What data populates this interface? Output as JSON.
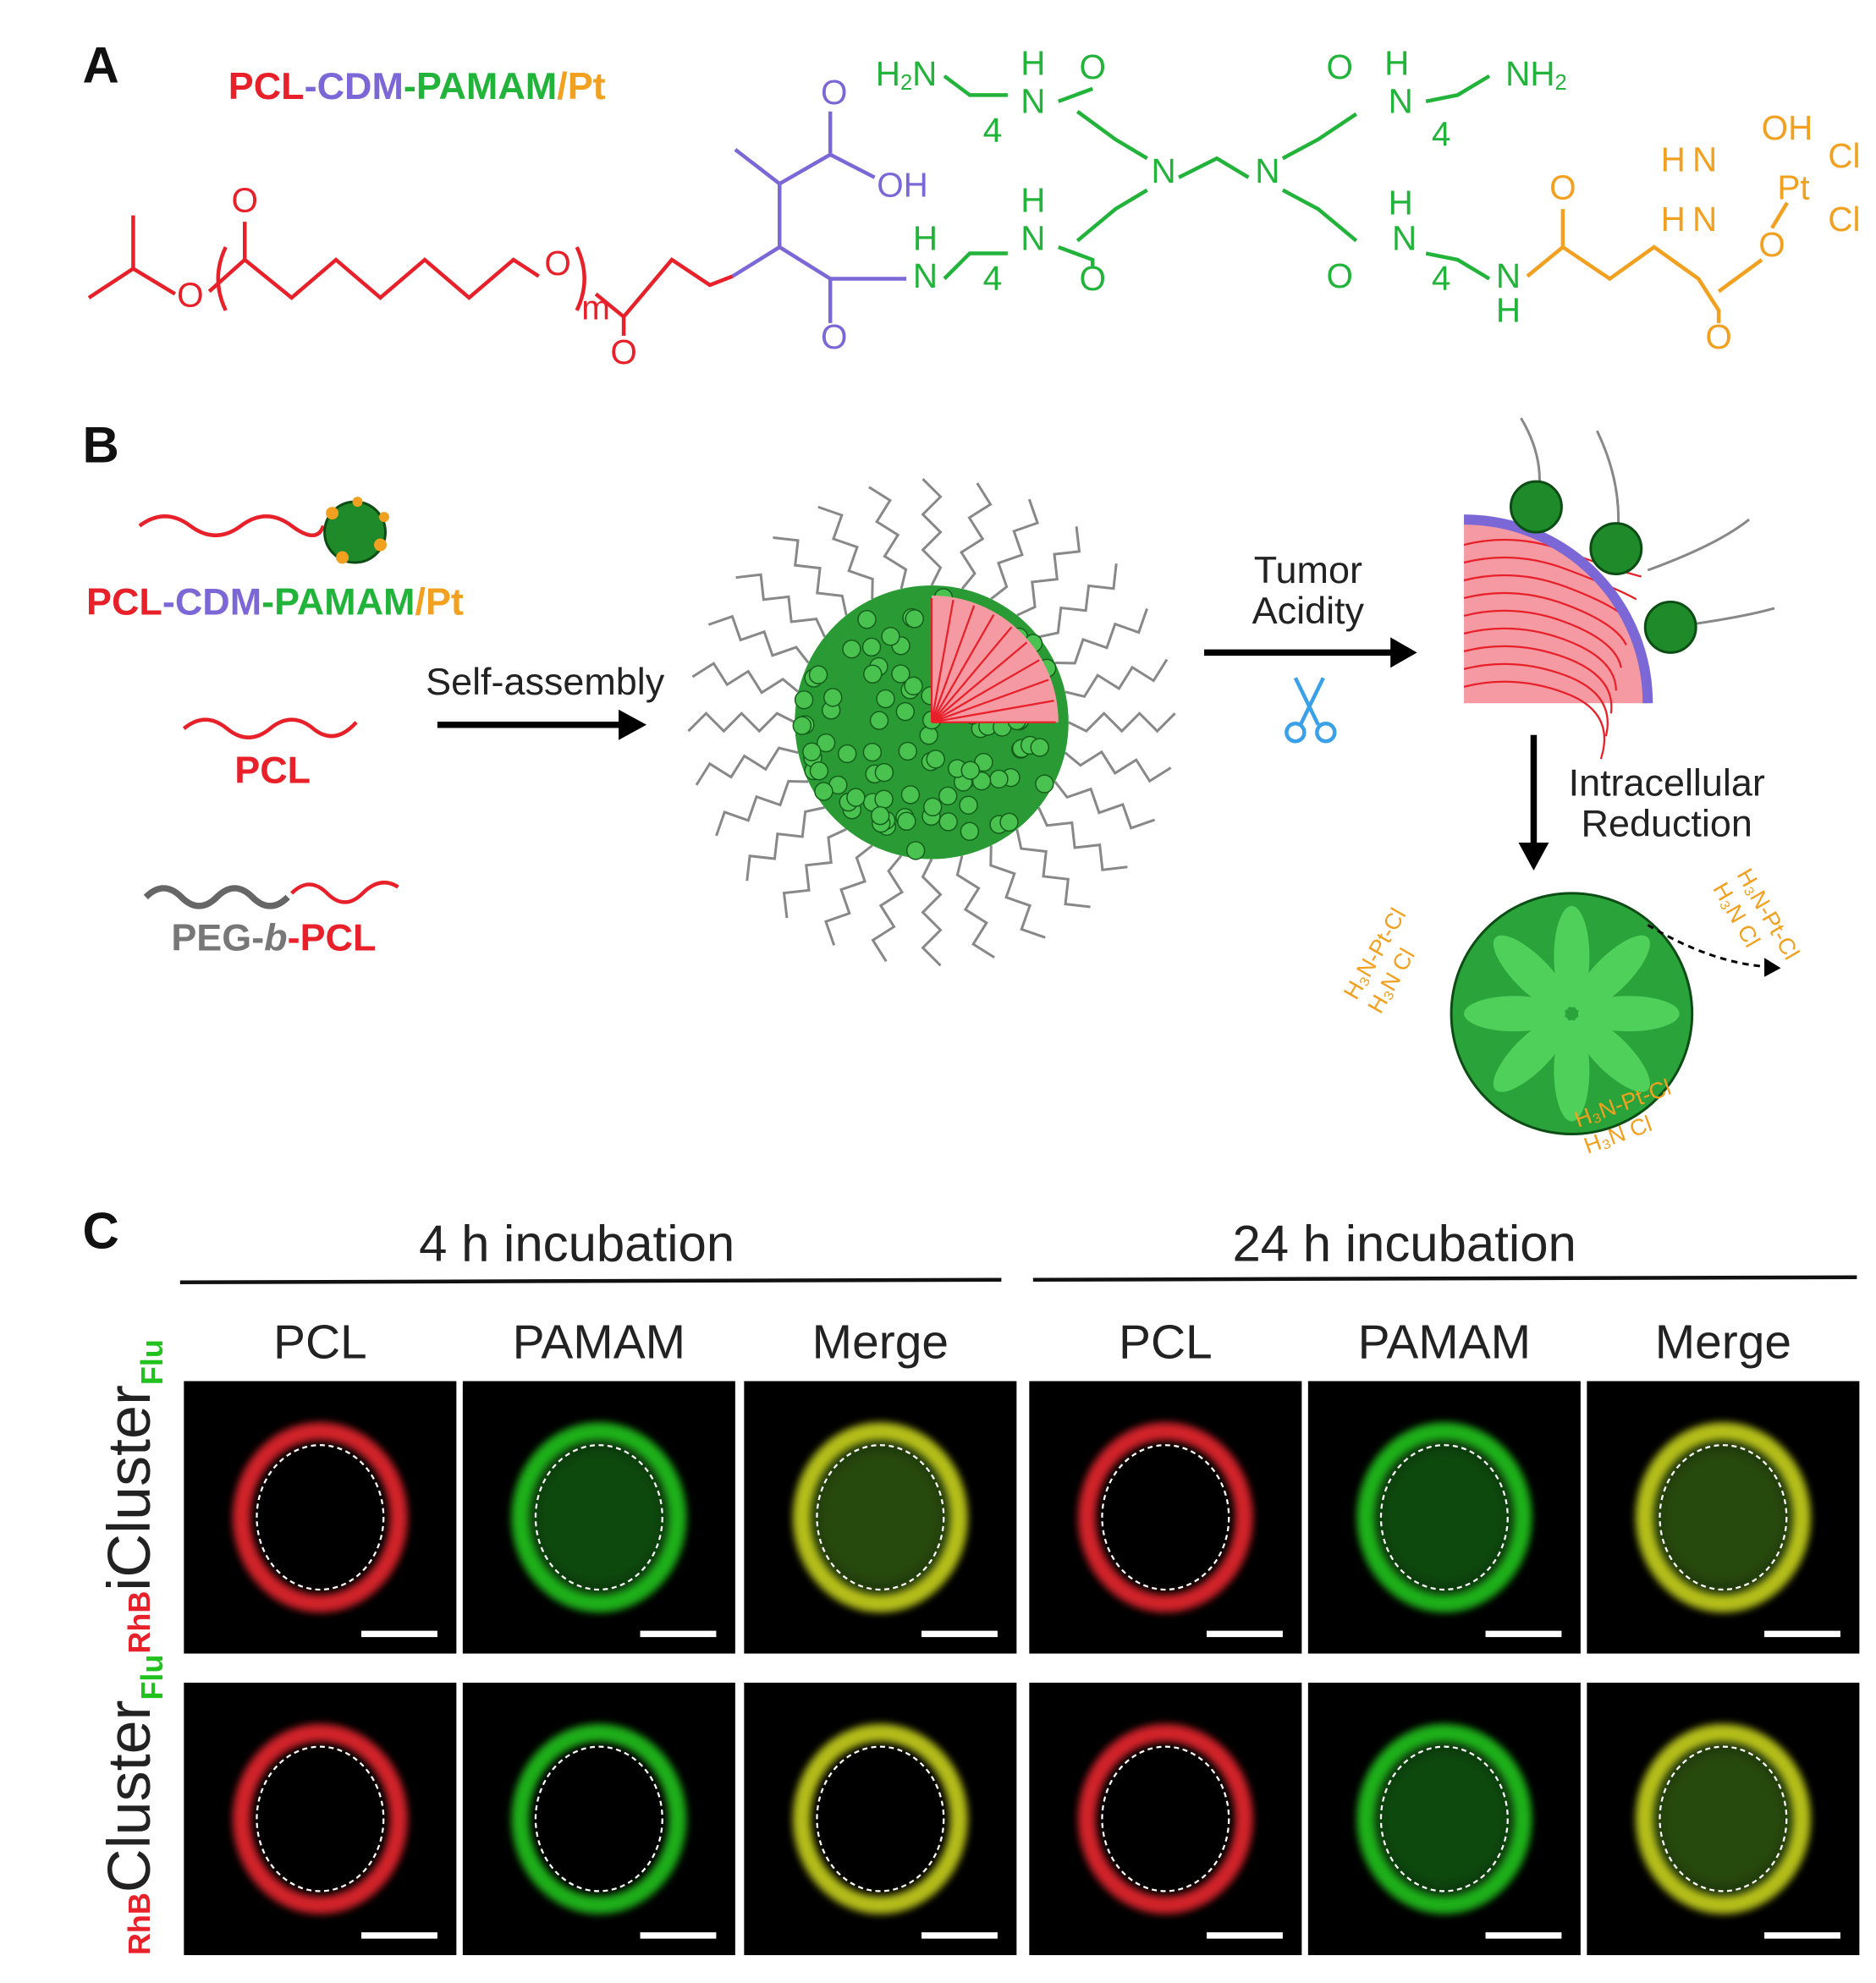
{
  "panel_labels": {
    "a": "A",
    "b": "B",
    "c": "C"
  },
  "colors": {
    "pcl": "#e8202a",
    "cdm": "#7b68d6",
    "pamam": "#22b33a",
    "pt": "#f2a01f",
    "peg": "#777777",
    "scissors": "#3aa0e8",
    "pink": "#f59aa3"
  },
  "conjugate_name": {
    "pcl": "PCL",
    "sep1": "-",
    "cdm": "CDM",
    "sep2": "-",
    "pamam": "PAMAM",
    "sep3": "/",
    "pt": "Pt"
  },
  "panelA": {
    "atoms": [
      "O",
      "O",
      "O",
      "m",
      "O",
      "O",
      "OH",
      "O",
      "H",
      "N",
      "4",
      "O",
      "N",
      "N",
      "O",
      "H",
      "N",
      "4",
      "H",
      "N",
      "H",
      "N",
      "4",
      "O",
      "O",
      "H",
      "N",
      "4",
      "N",
      "H",
      "O",
      "O",
      "O",
      "H",
      "N",
      "OH",
      "Pt",
      "Cl",
      "H",
      "N",
      "Cl"
    ],
    "h2n": {
      "main": "H",
      "sub": "2",
      "tail": "N"
    },
    "nh2": {
      "main": "NH",
      "sub": "2"
    }
  },
  "panelB": {
    "pcl_label": "PCL",
    "peg_label": {
      "peg": "PEG-",
      "b": "b",
      "pcl": "-PCL"
    },
    "self_assembly": "Self-assembly",
    "tumor_acidity": [
      "Tumor",
      "Acidity"
    ],
    "intracellular_reduction": [
      "Intracellular",
      "Reduction"
    ],
    "pt_complex": {
      "h3n": "H₃N",
      "pt": "Pt",
      "cl": "Cl"
    }
  },
  "panelC": {
    "groups": [
      "4 h incubation",
      "24 h incubation"
    ],
    "columns": [
      "PCL",
      "PAMAM",
      "Merge",
      "PCL",
      "PAMAM",
      "Merge"
    ],
    "rows": [
      {
        "pre": "RhB",
        "name": "iCluster",
        "post": "Flu"
      },
      {
        "pre": "RhB",
        "name": "Cluster",
        "post": "Flu"
      }
    ],
    "channel_colors": [
      "#e8252f",
      "#22c21e",
      "#c8d21a"
    ]
  }
}
